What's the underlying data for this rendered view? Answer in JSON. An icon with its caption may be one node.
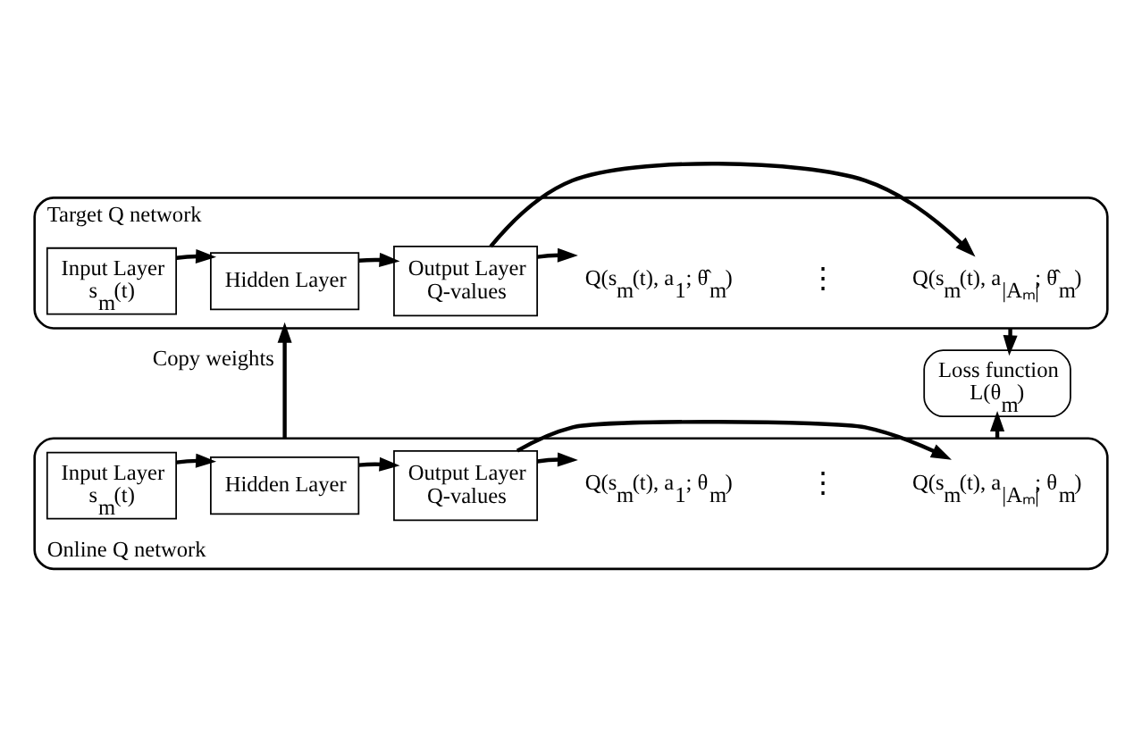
{
  "diagram": {
    "nodes": [
      {
        "text": [
          "Target Q network"
        ]
      },
      {
        "text": [
          "Input Layer",
          "s$_{m}$(t)"
        ],
        "in": 0
      },
      {
        "text": [
          "Hidden Layer"
        ],
        "in": 0
      },
      {
        "text": [
          "Output Layer",
          "Q-values"
        ],
        "in": 0
      },
      {
        "text": [
          "Q(s$_{m}$(t), a$_{1}$; θ̂$_{m}$)"
        ],
        "in": 0
      },
      {
        "text": [
          "Q(s$_{m}$(t), a$_{|Aₘ|}$; θ̂$_{m}$)"
        ],
        "in": 0
      },
      {
        "text": [
          "Loss function",
          "L(θ$_{m}$)"
        ]
      },
      {
        "text": [
          "Online Q network"
        ]
      },
      {
        "text": [
          "Input Layer",
          "s$_{m}$(t)"
        ],
        "in": 7
      },
      {
        "text": [
          "Hidden Layer"
        ],
        "in": 7
      },
      {
        "text": [
          "Output Layer",
          "Q-values"
        ],
        "in": 7
      },
      {
        "text": [
          "Q(s$_{m}$(t), a$_{1}$; θ$_{m}$)"
        ],
        "in": 7
      },
      {
        "text": [
          "Q(s$_{m}$(t), a$_{|Aₘ|}$; θ$_{m}$)"
        ],
        "in": 7
      }
    ],
    "edges": [
      {
        "from": 1,
        "to": 2,
        "arrow": "to"
      },
      {
        "from": 2,
        "to": 3,
        "arrow": "to"
      },
      {
        "from": 3,
        "to": 4,
        "arrow": "to"
      },
      {
        "from": 3,
        "to": 5,
        "arrow": "to"
      },
      {
        "from": 0,
        "to": 6,
        "arrow": "to"
      },
      {
        "from": 7,
        "to": 0,
        "arrow": "to",
        "label": "Copy weights"
      },
      {
        "from": 8,
        "to": 9,
        "arrow": "to"
      },
      {
        "from": 9,
        "to": 10,
        "arrow": "to"
      },
      {
        "from": 10,
        "to": 11,
        "arrow": "to"
      },
      {
        "from": 10,
        "to": 12,
        "arrow": "to"
      },
      {
        "from": 7,
        "to": 6,
        "arrow": "to"
      }
    ],
    "labels": [
      "⋮",
      "⋮"
    ]
  }
}
